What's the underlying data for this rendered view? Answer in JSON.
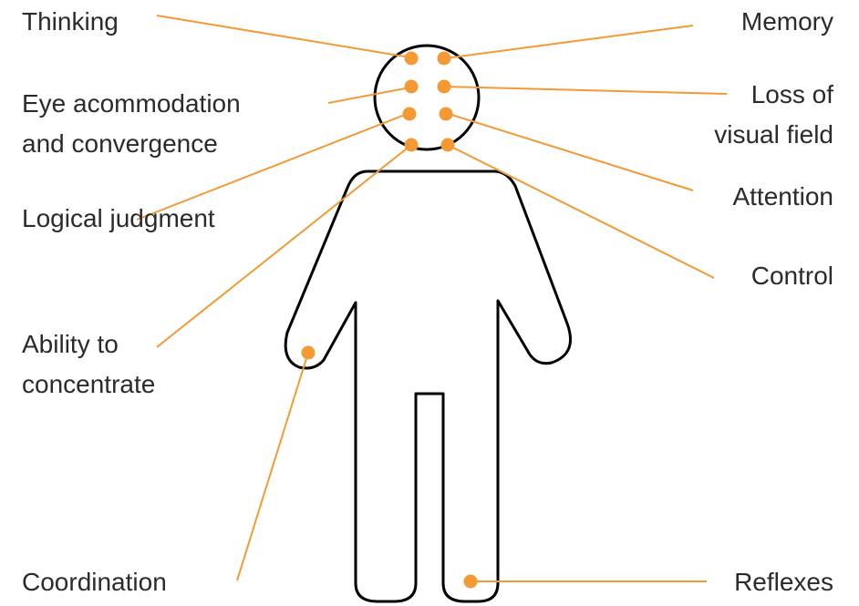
{
  "accent_color": "#f39a35",
  "outline_color": "#000000",
  "text_color": "#2b2b2b",
  "figure": "human-silhouette",
  "labels": {
    "thinking": "Thinking",
    "memory": "Memory",
    "eye_1": "Eye acommodation",
    "eye_2": "and convergence",
    "loss_1": "Loss of",
    "loss_2": "visual field",
    "logical": "Logical judgment",
    "attention": "Attention",
    "control": "Control",
    "ability_1": "Ability to",
    "ability_2": "concentrate",
    "coordination": "Coordination",
    "reflexes": "Reflexes"
  }
}
